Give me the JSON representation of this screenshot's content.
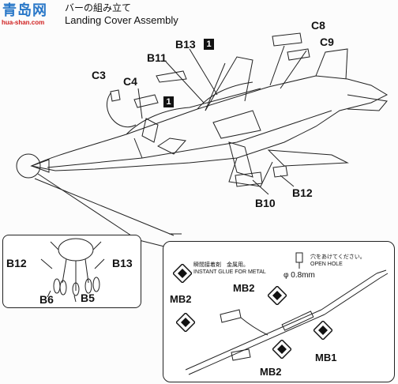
{
  "header": {
    "watermark": "青岛网",
    "watermark_url": "hua-shan.com",
    "title_jp": "バーの組み立て",
    "title_en": "Landing Cover Assembly"
  },
  "parts": {
    "c8": "C8",
    "c9": "C9",
    "b13": "B13",
    "b11": "B11",
    "c3": "C3",
    "c4": "C4",
    "b12": "B12",
    "b10": "B10",
    "step_box_1": "1",
    "step_box_2": "1"
  },
  "inset_left": {
    "b12": "B12",
    "b13": "B13",
    "b6": "B6",
    "b5": "B5"
  },
  "inset_right": {
    "glue_jp": "瞬間接着剤　金属用。",
    "glue_en": "INSTANT GLUE FOR METAL",
    "hole_jp": "穴をあけてください。",
    "hole_en": "OPEN HOLE",
    "hole_size": "φ 0.8mm",
    "mb2_a": "MB2",
    "mb2_b": "MB2",
    "mb2_c": "MB2",
    "mb1": "MB1"
  },
  "colors": {
    "ink": "#111111",
    "watermark_blue": "#2a78c8",
    "watermark_red": "#d02020"
  }
}
